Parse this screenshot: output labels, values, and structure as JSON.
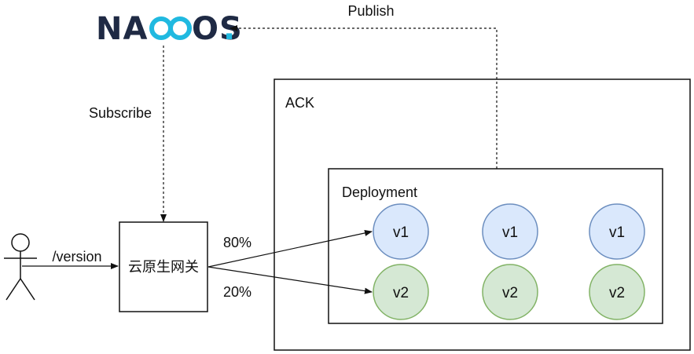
{
  "logo": {
    "text_a": "NA",
    "text_b": "OS",
    "dot": ".",
    "primary_color": "#1f2a44",
    "accent_color": "#20b9e0"
  },
  "arrows": {
    "publish_label": "Publish",
    "subscribe_label": "Subscribe"
  },
  "user": {
    "request_path": "/version"
  },
  "gateway": {
    "label": "云原生网关"
  },
  "traffic": {
    "v1_weight": "80%",
    "v2_weight": "20%"
  },
  "cluster": {
    "label": "ACK"
  },
  "deployment": {
    "label": "Deployment",
    "pods": [
      {
        "label": "v1",
        "fill": "#dae8fc",
        "stroke": "#6c8ebf"
      },
      {
        "label": "v1",
        "fill": "#dae8fc",
        "stroke": "#6c8ebf"
      },
      {
        "label": "v1",
        "fill": "#dae8fc",
        "stroke": "#6c8ebf"
      },
      {
        "label": "v2",
        "fill": "#d5e8d4",
        "stroke": "#82b366"
      },
      {
        "label": "v2",
        "fill": "#d5e8d4",
        "stroke": "#82b366"
      },
      {
        "label": "v2",
        "fill": "#d5e8d4",
        "stroke": "#82b366"
      }
    ]
  }
}
